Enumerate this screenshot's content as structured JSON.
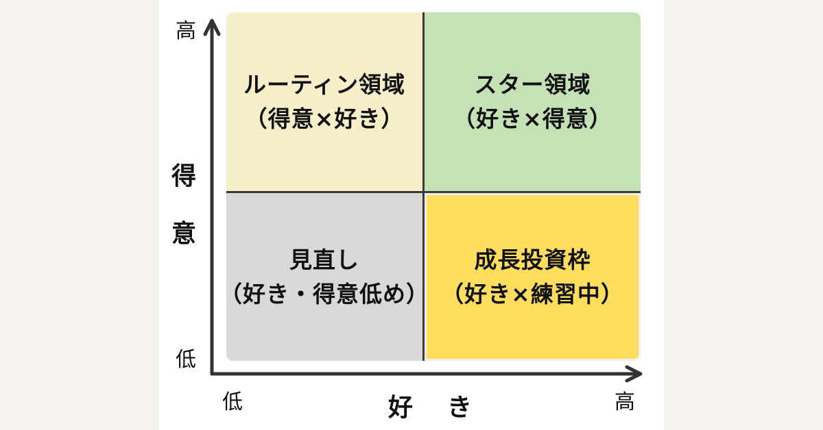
{
  "diagram": {
    "quadrants": {
      "top_left": {
        "line1": "ルーティン領域",
        "line2": "（得意×好き）",
        "fill": "#f6efc9"
      },
      "top_right": {
        "line1": "スター領域",
        "line2": "（好き×得意）",
        "fill": "#c4e2b6"
      },
      "bottom_left": {
        "line1": "見直し",
        "line2": "（好き・得意低め）",
        "fill": "#d9d9d9"
      },
      "bottom_right": {
        "line1": "成長投資枠",
        "line2": "（好き×練習中）",
        "fill": "#ffdd5e"
      }
    },
    "y_axis": {
      "title_chars": [
        "得",
        "意"
      ],
      "high_label": "高",
      "low_label": "低"
    },
    "x_axis": {
      "title_chars": [
        "好",
        "き"
      ],
      "low_label": "低",
      "high_label": "高"
    },
    "colors": {
      "axis": "#333333",
      "divider": "#3a3a3a",
      "background": "#f6f3ee"
    }
  }
}
